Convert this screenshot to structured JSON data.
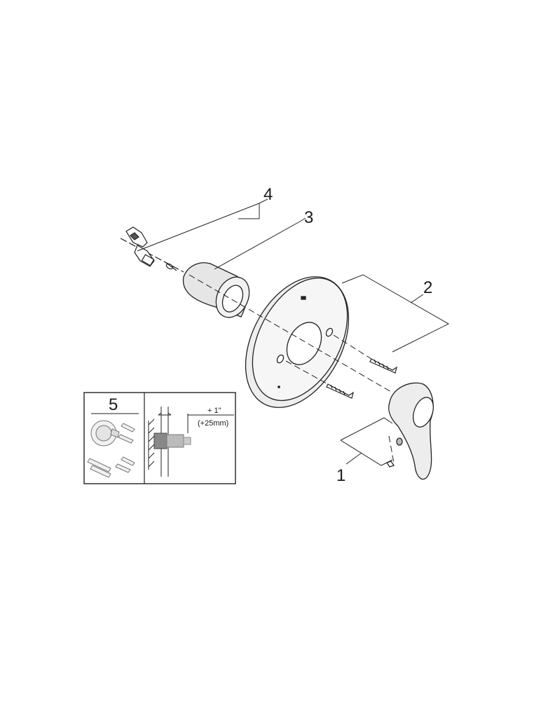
{
  "callouts": {
    "part1": "1",
    "part2": "2",
    "part3": "3",
    "part4": "4",
    "part5": "5"
  },
  "inset": {
    "extension_inch": "+ 1\"",
    "extension_mm": "(+25mm)"
  }
}
